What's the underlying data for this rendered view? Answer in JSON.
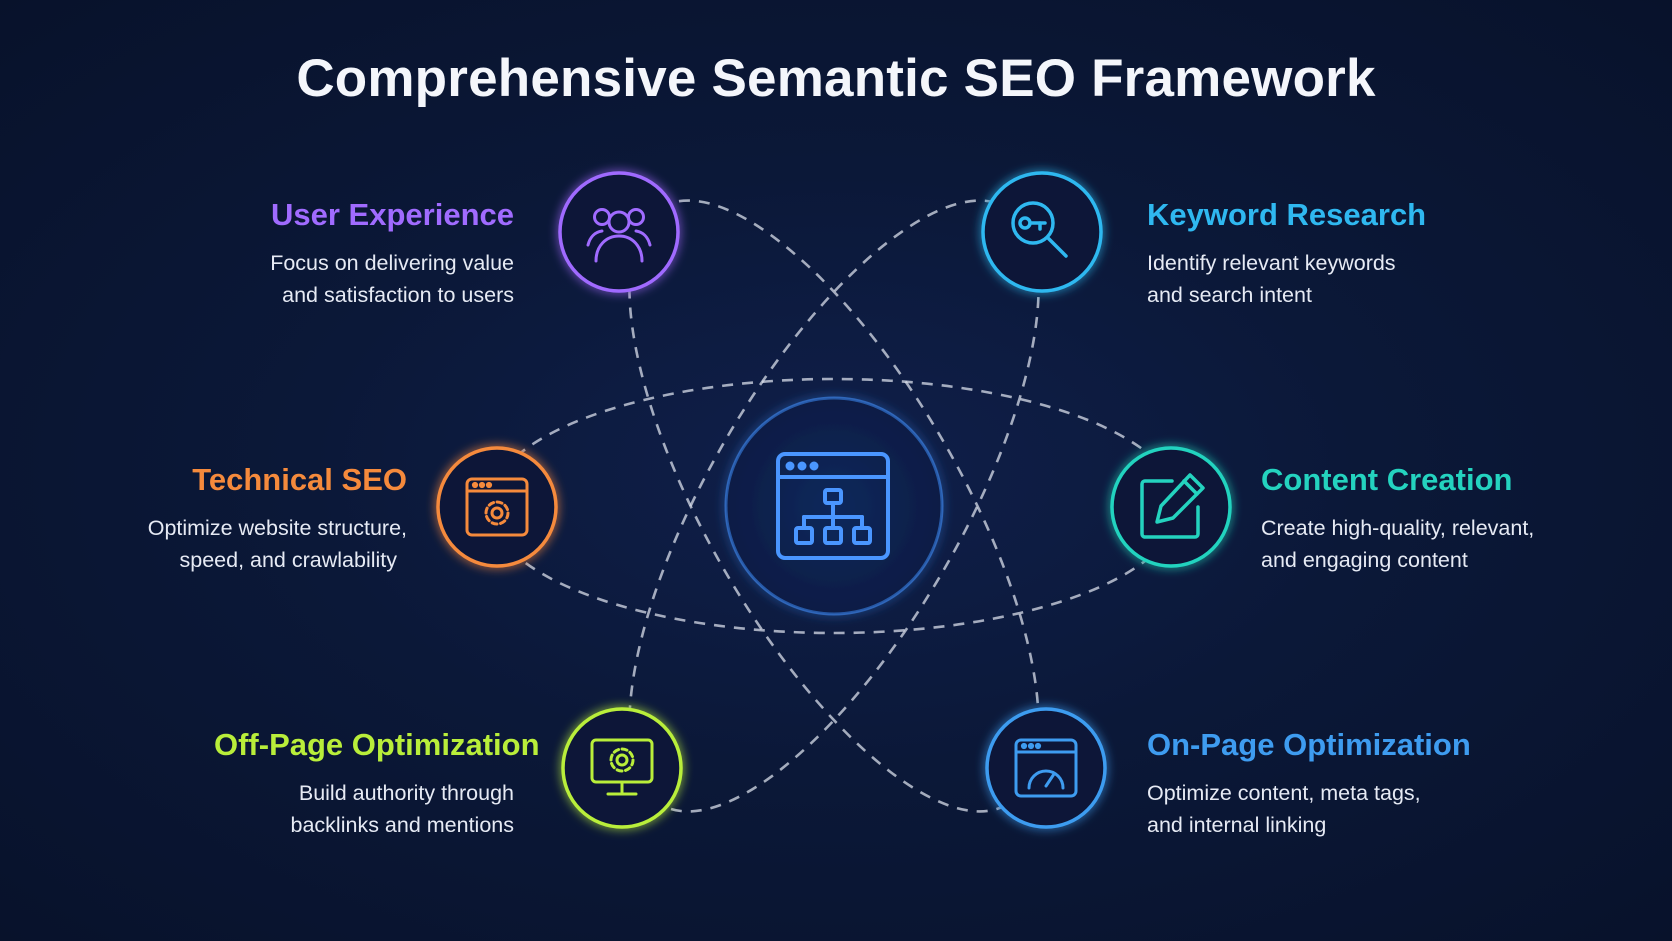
{
  "title": "Comprehensive Semantic SEO Framework",
  "colors": {
    "user_experience": "#a06bff",
    "keyword_research": "#2fb8f0",
    "technical_seo": "#f58a3c",
    "content_creation": "#24d3bf",
    "off_page": "#b9ee3a",
    "on_page": "#3e9cf0",
    "center": "#3f8cf5"
  },
  "nodes": {
    "user_experience": {
      "icon": "users-icon",
      "title": "User Experience",
      "desc": [
        "Focus on delivering value",
        "and satisfaction to users"
      ]
    },
    "keyword_research": {
      "icon": "key-magnifier-icon",
      "title": "Keyword Research",
      "desc": [
        "Identify relevant keywords",
        "and search intent"
      ]
    },
    "technical_seo": {
      "icon": "browser-gear-icon",
      "title": "Technical SEO",
      "desc": [
        "Optimize website structure,",
        "speed, and crawlability"
      ]
    },
    "content_creation": {
      "icon": "edit-pencil-icon",
      "title": "Content Creation",
      "desc": [
        "Create high-quality, relevant,",
        "and engaging content"
      ]
    },
    "off_page": {
      "icon": "monitor-gear-icon",
      "title": "Off-Page Optimization",
      "desc": [
        "Build authority through",
        "backlinks and mentions"
      ]
    },
    "on_page": {
      "icon": "browser-gauge-icon",
      "title": "On-Page Optimization",
      "desc": [
        "Optimize content, meta tags,",
        "and internal linking"
      ]
    },
    "center": {
      "icon": "sitemap-browser-icon"
    }
  }
}
